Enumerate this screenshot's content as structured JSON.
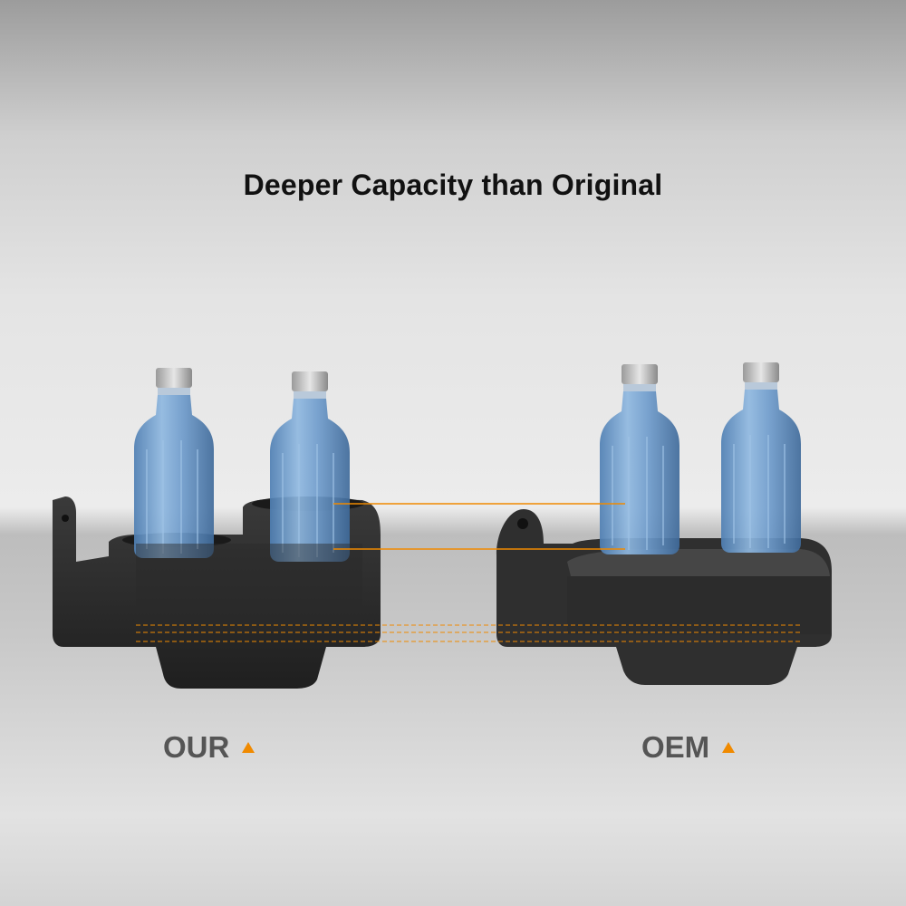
{
  "headline": "Deeper Capacity than Original",
  "labels": {
    "ours": "OUR",
    "oem": "OEM"
  },
  "colors": {
    "accent": "#f08a00",
    "holder": "#2b2b2b",
    "bottle": "#6f9ccc",
    "cap": "#c9c9c9",
    "text": "#111111",
    "label": "#555555"
  },
  "icons": {
    "label_marker": "triangle-up-icon"
  }
}
